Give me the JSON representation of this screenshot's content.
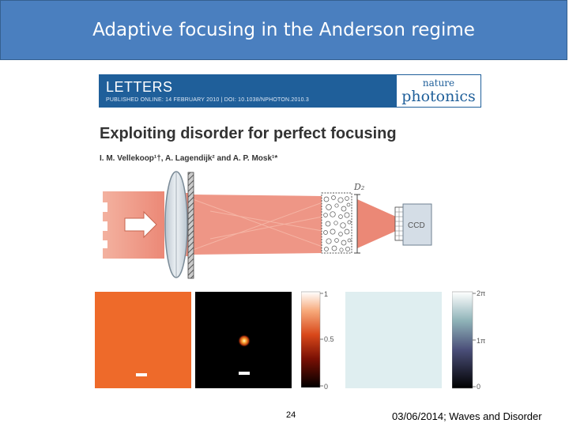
{
  "slide": {
    "title": "Adaptive focusing in the Anderson regime",
    "page_number": "24",
    "footer": "03/06/2014; Waves and Disorder"
  },
  "paper": {
    "section": "LETTERS",
    "published_line": "PUBLISHED ONLINE: 14 FEBRUARY 2010 | DOI: 10.1038/NPHOTON.2010.3",
    "journal_line1": "nature",
    "journal_line2": "photonics",
    "title": "Exploiting disorder for perfect focusing",
    "authors": "I. M. Vellekoop¹†, A. Lagendijk² and A. P. Mosk¹*"
  },
  "setup": {
    "distance_label": "D₂",
    "camera_label": "CCD"
  },
  "colorbars": {
    "intensity_ticks": [
      "1",
      "0.5",
      "0"
    ],
    "phase_ticks": [
      "2π",
      "1π",
      "0"
    ]
  },
  "colors": {
    "title_bar": "#4a7fbf",
    "journal_blue": "#1f5f9a",
    "beam_red": "#e8735e"
  }
}
